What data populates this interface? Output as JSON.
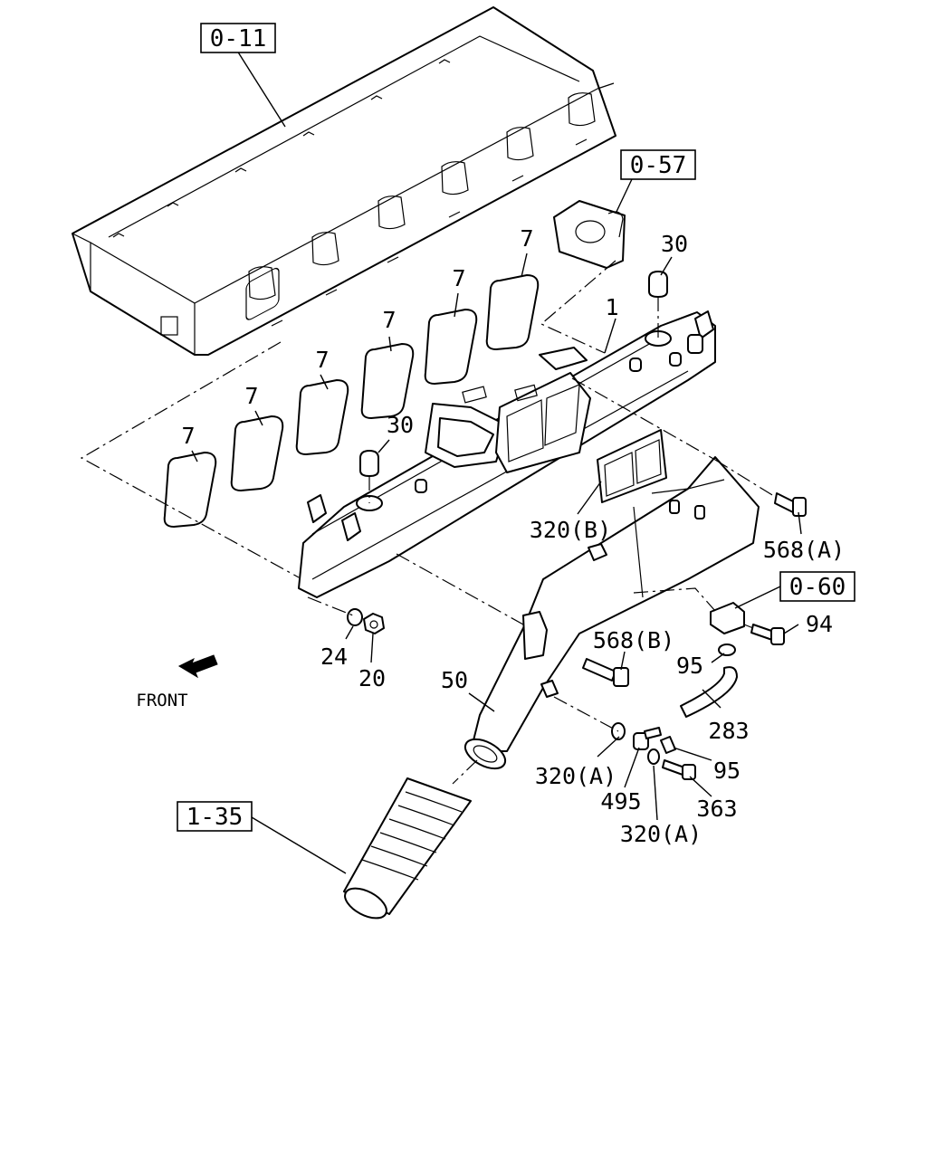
{
  "diagram": {
    "ref_boxes": {
      "cylinder_head": "0-11",
      "egr_adapter": "0-57",
      "sensor": "0-60",
      "intake_hose": "1-35"
    },
    "labels": {
      "gasket_1": "7",
      "gasket_2": "7",
      "gasket_3": "7",
      "gasket_4": "7",
      "gasket_5": "7",
      "gasket_6": "7",
      "manifold": "1",
      "cap_top": "30",
      "cap_mid": "30",
      "gasket_b": "320(B)",
      "bolt_a": "568(A)",
      "bolt_94": "94",
      "clip_95_top": "95",
      "bolt_b": "568(B)",
      "hose_283": "283",
      "clip_95_bottom": "95",
      "pipe_50": "50",
      "washer_a_left": "320(A)",
      "bolt_495": "495",
      "bolt_363": "363",
      "washer_a_bottom": "320(A)",
      "plug_24": "24",
      "nut_20": "20"
    },
    "front_label": "FRONT"
  }
}
